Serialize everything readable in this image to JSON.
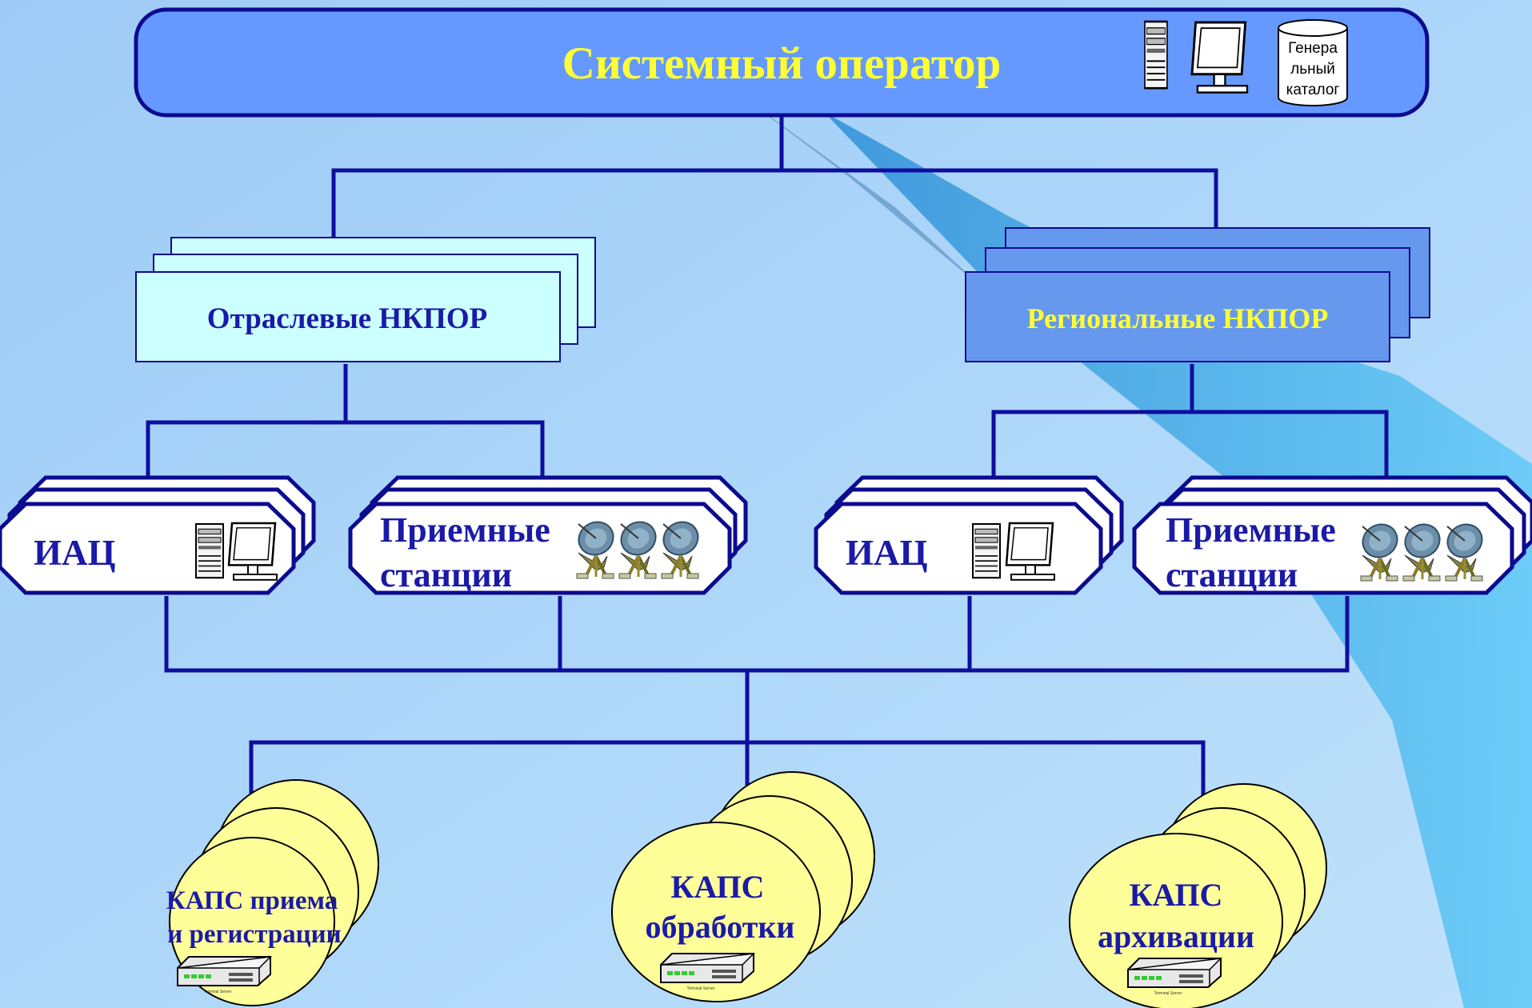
{
  "header": {
    "title": "Системный оператор",
    "catalog_lines": [
      "Генера",
      "льный",
      "каталог"
    ]
  },
  "level2": {
    "branch": "Отраслевые НКПОР",
    "regional": "Региональные НКПОР"
  },
  "level3": {
    "iac_left": "ИАЦ",
    "stations_left": [
      "Приемные",
      "станции"
    ],
    "iac_right": "ИАЦ",
    "stations_right": [
      "Приемные",
      "станции"
    ]
  },
  "level4": {
    "kaps_reception": [
      "КАПС приема",
      "и регистрации"
    ],
    "kaps_processing": [
      "КАПС",
      "обработки"
    ],
    "kaps_archiving": [
      "КАПС",
      "архивации"
    ]
  },
  "device_caption": "Terminal Server",
  "colors": {
    "line": "#0e0e9e",
    "title_text": "#ffff33",
    "node_text": "#1a1aa8",
    "header_fill": "#6699ff",
    "branch_fill": "#ccffff",
    "regional_fill": "#6699ee",
    "circle_fill": "#ffff99"
  },
  "icons": [
    "server-icon",
    "monitor-icon",
    "satellite-dish-icon",
    "terminal-server-icon"
  ]
}
